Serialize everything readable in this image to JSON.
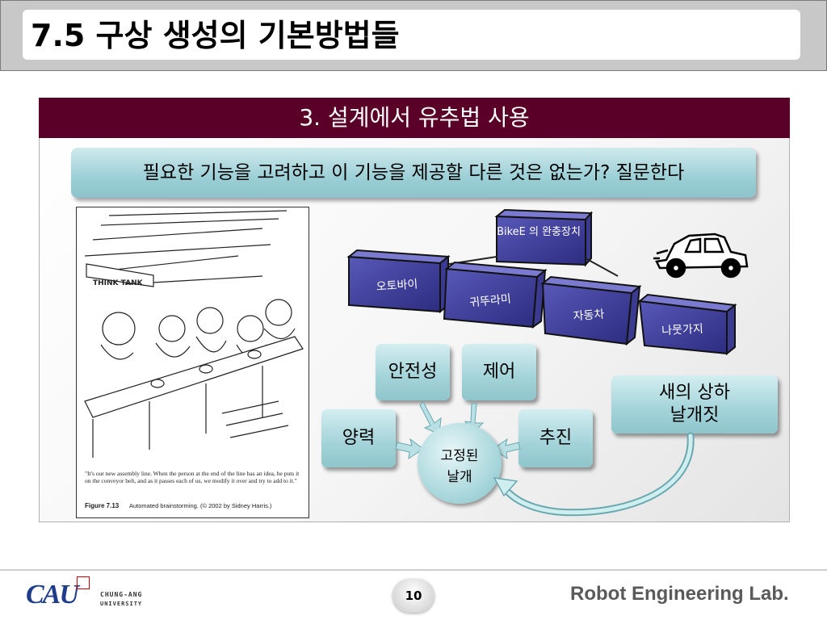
{
  "title": "7.5 구상 생성의 기본방법들",
  "section_header": "3. 설계에서 유추법 사용",
  "question": "필요한 기능을 고려하고 이 기능을 제공할 다른 것은 없는가? 질문한다",
  "cartoon": {
    "sign": "THINK TANK",
    "caption": "\"It's our new assembly line. When the person at the end of the line has an idea, he puts it on the conveyor belt, and as it passes each of us, we modify it over and try to add to it.\"",
    "figure_label": "Figure 7.13",
    "figure_caption": "Automated brainstorming. (© 2002 by Sidney Harris.)"
  },
  "boxes": {
    "top": "BikeE 의 완충장치",
    "motorcycle": "오토바이",
    "cricket": "귀뚜라미",
    "car": "자동차",
    "branch": "나뭇가지"
  },
  "tiles": {
    "safety": "안전성",
    "control": "제어",
    "lift": "양력",
    "thrust": "추진",
    "center": "고정된 날개",
    "bird": "새의 상하 날개짓"
  },
  "footer": {
    "university_logo": "CAU",
    "university_name_line1": "CHUNG-ANG",
    "university_name_line2": "UNIVERSITY",
    "page_number": "10",
    "lab_name": "Robot Engineering Lab."
  },
  "colors": {
    "header_bg": "#5a0028",
    "tile_teal": "#9ccfd6",
    "box_purple": "#3b3b8f",
    "logo_blue": "#1d3c8c"
  }
}
